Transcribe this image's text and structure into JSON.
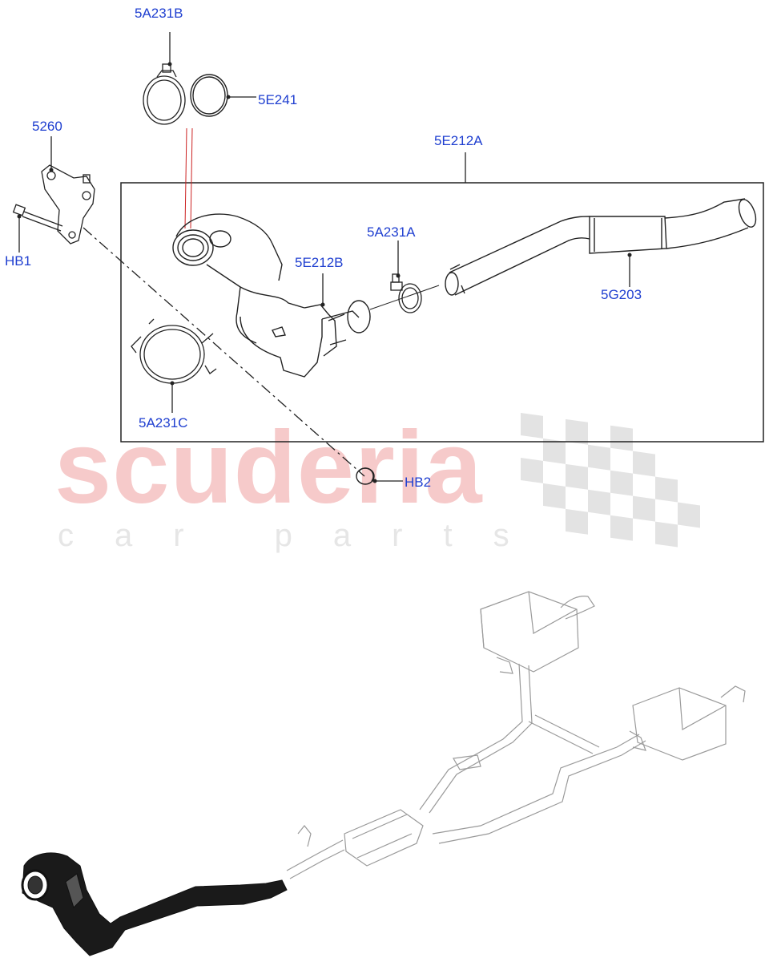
{
  "watermark": {
    "main": "scuderia",
    "sub": "car parts"
  },
  "callouts": {
    "c5A231B": "5A231B",
    "c5E241": "5E241",
    "c5260": "5260",
    "cHB1": "HB1",
    "c5E212A": "5E212A",
    "c5A231A": "5A231A",
    "c5E212B": "5E212B",
    "c5G203": "5G203",
    "c5A231C": "5A231C",
    "cHB2": "HB2"
  },
  "colors": {
    "callout": "#1f3fd0",
    "line": "#222222",
    "leader_red": "#cc2222",
    "watermark_red": "#f6caca",
    "watermark_grey": "#e6e6e6"
  }
}
